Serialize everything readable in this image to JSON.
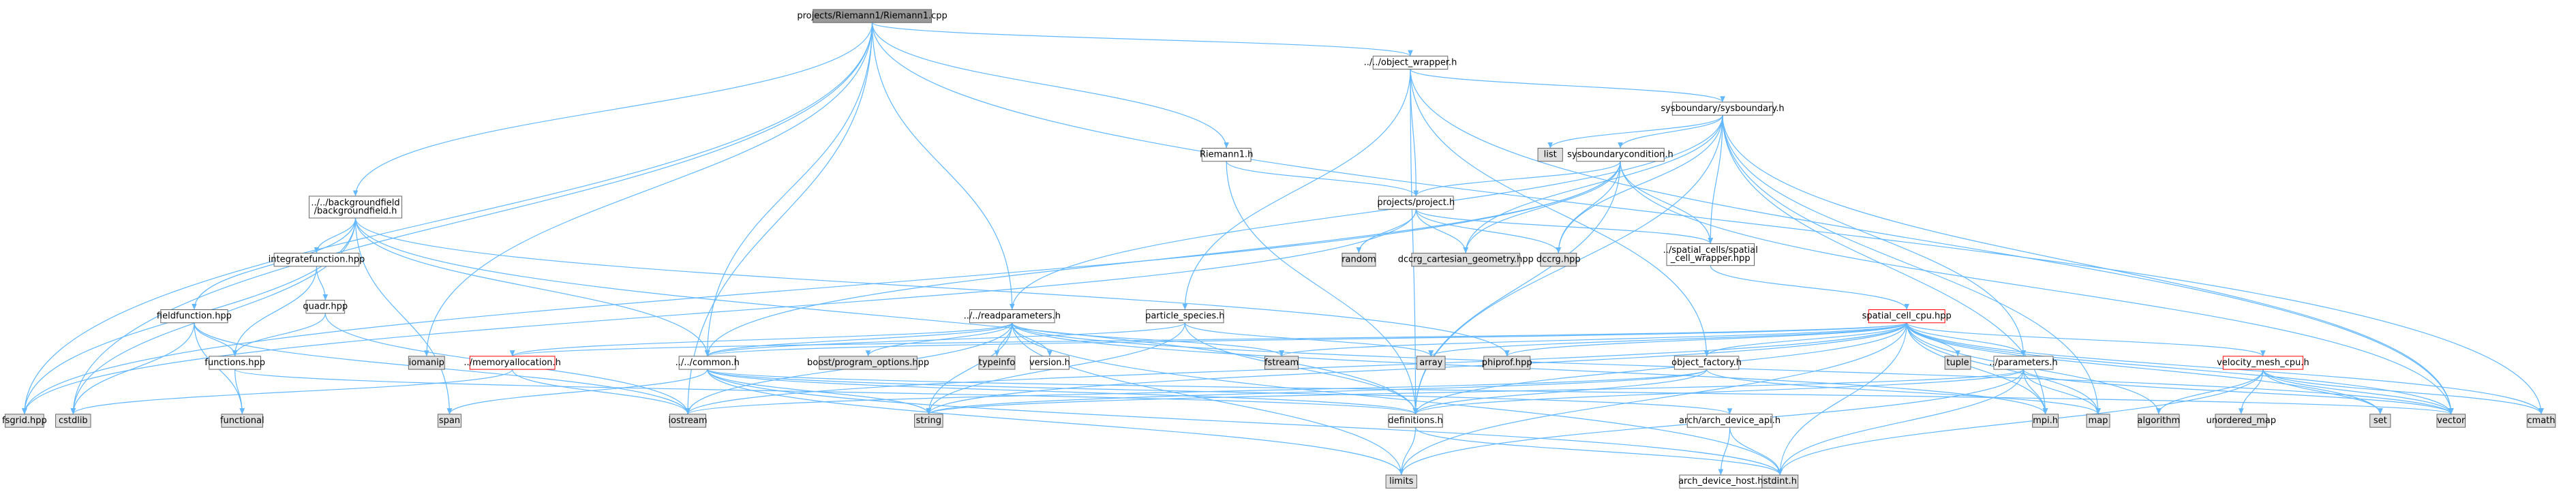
{
  "colors": {
    "root_fill": "#999999",
    "file_fill": "#ffffff",
    "sys_fill": "#e0e0e0",
    "border": "#666666",
    "red_border": "#ff0000",
    "red_text": "#ff0000",
    "edge": "#63b8ff"
  },
  "graph": {
    "type": "include-dependency-graph",
    "root": "projects/Riemann1/Riemann1.cpp",
    "nodes": [
      {
        "id": "root",
        "label": "projects/Riemann1/Riemann1.cpp",
        "kind": "root"
      },
      {
        "id": "objwrap",
        "label": "../../object_wrapper.h",
        "kind": "file"
      },
      {
        "id": "sysbound",
        "label": "sysboundary/sysboundary.h",
        "kind": "file"
      },
      {
        "id": "list",
        "label": "list",
        "kind": "system"
      },
      {
        "id": "syscond",
        "label": "sysboundarycondition.h",
        "kind": "file"
      },
      {
        "id": "riemann1h",
        "label": "Riemann1.h",
        "kind": "file"
      },
      {
        "id": "backgroundfield",
        "label": [
          "../../backgroundfield",
          "/backgroundfield.h"
        ],
        "kind": "file"
      },
      {
        "id": "projproj",
        "label": "projects/project.h",
        "kind": "file"
      },
      {
        "id": "integratefn",
        "label": "integratefunction.hpp",
        "kind": "file"
      },
      {
        "id": "random",
        "label": "random",
        "kind": "system"
      },
      {
        "id": "dccrgcart",
        "label": "dccrg_cartesian_geometry.hpp",
        "kind": "system"
      },
      {
        "id": "dccrg",
        "label": "dccrg.hpp",
        "kind": "system"
      },
      {
        "id": "spatialwrap",
        "label": [
          "../spatial_cells/spatial",
          "_cell_wrapper.hpp"
        ],
        "kind": "file"
      },
      {
        "id": "quadr",
        "label": "quadr.hpp",
        "kind": "file"
      },
      {
        "id": "fieldfn",
        "label": "fieldfunction.hpp",
        "kind": "file"
      },
      {
        "id": "readparams",
        "label": "../../readparameters.h",
        "kind": "file"
      },
      {
        "id": "particlesp",
        "label": "particle_species.h",
        "kind": "file"
      },
      {
        "id": "spatialcpu",
        "label": "spatial_cell_cpu.hpp",
        "kind": "red"
      },
      {
        "id": "functions",
        "label": "functions.hpp",
        "kind": "file"
      },
      {
        "id": "iomanip",
        "label": "iomanip",
        "kind": "system"
      },
      {
        "id": "memalloc",
        "label": "../memoryallocation.h",
        "kind": "red"
      },
      {
        "id": "common",
        "label": "../../common.h",
        "kind": "file"
      },
      {
        "id": "boostpo",
        "label": "boost/program_options.hpp",
        "kind": "system"
      },
      {
        "id": "typeinfo",
        "label": "typeinfo",
        "kind": "system"
      },
      {
        "id": "versionh",
        "label": "version.h",
        "kind": "file"
      },
      {
        "id": "fstream",
        "label": "fstream",
        "kind": "system"
      },
      {
        "id": "array",
        "label": "array",
        "kind": "system"
      },
      {
        "id": "phiprof",
        "label": "phiprof.hpp",
        "kind": "system"
      },
      {
        "id": "objfactory",
        "label": "object_factory.h",
        "kind": "file"
      },
      {
        "id": "tuple",
        "label": "tuple",
        "kind": "system"
      },
      {
        "id": "params",
        "label": "../parameters.h",
        "kind": "file"
      },
      {
        "id": "velmesh",
        "label": "velocity_mesh_cpu.h",
        "kind": "red"
      },
      {
        "id": "fsgrid",
        "label": "fsgrid.hpp",
        "kind": "system"
      },
      {
        "id": "cstdlib",
        "label": "cstdlib",
        "kind": "system"
      },
      {
        "id": "functional",
        "label": "functional",
        "kind": "system"
      },
      {
        "id": "span",
        "label": "span",
        "kind": "system"
      },
      {
        "id": "iostream",
        "label": "iostream",
        "kind": "system"
      },
      {
        "id": "string",
        "label": "string",
        "kind": "system"
      },
      {
        "id": "definitions",
        "label": "definitions.h",
        "kind": "file"
      },
      {
        "id": "archapi",
        "label": "arch/arch_device_api.h",
        "kind": "file"
      },
      {
        "id": "mpih",
        "label": "mpi.h",
        "kind": "system"
      },
      {
        "id": "map",
        "label": "map",
        "kind": "system"
      },
      {
        "id": "algorithm",
        "label": "algorithm",
        "kind": "system"
      },
      {
        "id": "unordmap",
        "label": "unordered_map",
        "kind": "system"
      },
      {
        "id": "set",
        "label": "set",
        "kind": "system"
      },
      {
        "id": "vector",
        "label": "vector",
        "kind": "system"
      },
      {
        "id": "cmath",
        "label": "cmath",
        "kind": "system"
      },
      {
        "id": "limits",
        "label": "limits",
        "kind": "system"
      },
      {
        "id": "stdint",
        "label": "stdint.h",
        "kind": "system"
      },
      {
        "id": "archhost",
        "label": "arch_device_host.h",
        "kind": "file"
      }
    ],
    "edges": [
      [
        "root",
        "objwrap"
      ],
      [
        "root",
        "riemann1h"
      ],
      [
        "root",
        "backgroundfield"
      ],
      [
        "root",
        "readparams"
      ],
      [
        "root",
        "common"
      ],
      [
        "root",
        "iomanip"
      ],
      [
        "root",
        "iostream"
      ],
      [
        "root",
        "cstdlib"
      ],
      [
        "root",
        "cmath"
      ],
      [
        "root",
        "fsgrid"
      ],
      [
        "objwrap",
        "sysbound"
      ],
      [
        "objwrap",
        "projproj"
      ],
      [
        "objwrap",
        "particlesp"
      ],
      [
        "objwrap",
        "objfactory"
      ],
      [
        "objwrap",
        "definitions"
      ],
      [
        "objwrap",
        "vector"
      ],
      [
        "sysbound",
        "list"
      ],
      [
        "sysbound",
        "syscond"
      ],
      [
        "sysbound",
        "readparams"
      ],
      [
        "sysbound",
        "dccrg"
      ],
      [
        "sysbound",
        "dccrgcart"
      ],
      [
        "sysbound",
        "spatialwrap"
      ],
      [
        "sysbound",
        "params"
      ],
      [
        "sysbound",
        "definitions"
      ],
      [
        "sysbound",
        "mpih"
      ],
      [
        "sysbound",
        "map"
      ],
      [
        "sysbound",
        "vector"
      ],
      [
        "syscond",
        "projproj"
      ],
      [
        "syscond",
        "dccrg"
      ],
      [
        "syscond",
        "dccrgcart"
      ],
      [
        "syscond",
        "spatialwrap"
      ],
      [
        "syscond",
        "common"
      ],
      [
        "syscond",
        "definitions"
      ],
      [
        "syscond",
        "fsgrid"
      ],
      [
        "syscond",
        "vector"
      ],
      [
        "riemann1h",
        "projproj"
      ],
      [
        "riemann1h",
        "definitions"
      ],
      [
        "backgroundfield",
        "integratefn"
      ],
      [
        "backgroundfield",
        "fieldfn"
      ],
      [
        "backgroundfield",
        "common"
      ],
      [
        "backgroundfield",
        "definitions"
      ],
      [
        "backgroundfield",
        "fsgrid"
      ],
      [
        "backgroundfield",
        "phiprof"
      ],
      [
        "backgroundfield",
        "cstdlib"
      ],
      [
        "backgroundfield",
        "span"
      ],
      [
        "projproj",
        "random"
      ],
      [
        "projproj",
        "dccrg"
      ],
      [
        "projproj",
        "dccrgcart"
      ],
      [
        "projproj",
        "spatialwrap"
      ],
      [
        "projproj",
        "fsgrid"
      ],
      [
        "integratefn",
        "quadr"
      ],
      [
        "integratefn",
        "functions"
      ],
      [
        "quadr",
        "functions"
      ],
      [
        "quadr",
        "iostream"
      ],
      [
        "fieldfn",
        "functions"
      ],
      [
        "fieldfn",
        "functional"
      ],
      [
        "fieldfn",
        "cstdlib"
      ],
      [
        "fieldfn",
        "iostream"
      ],
      [
        "functions",
        "functional"
      ],
      [
        "functions",
        "definitions"
      ],
      [
        "spatialwrap",
        "spatialcpu"
      ],
      [
        "readparams",
        "boostpo"
      ],
      [
        "readparams",
        "typeinfo"
      ],
      [
        "readparams",
        "versionh"
      ],
      [
        "readparams",
        "fstream"
      ],
      [
        "readparams",
        "memalloc"
      ],
      [
        "readparams",
        "common"
      ],
      [
        "readparams",
        "iostream"
      ],
      [
        "readparams",
        "string"
      ],
      [
        "readparams",
        "limits"
      ],
      [
        "readparams",
        "vector"
      ],
      [
        "readparams",
        "mpih"
      ],
      [
        "readparams",
        "stdint"
      ],
      [
        "particlesp",
        "common"
      ],
      [
        "particlesp",
        "definitions"
      ],
      [
        "particlesp",
        "array"
      ],
      [
        "particlesp",
        "string"
      ],
      [
        "spatialcpu",
        "common"
      ],
      [
        "spatialcpu",
        "memalloc"
      ],
      [
        "spatialcpu",
        "fstream"
      ],
      [
        "spatialcpu",
        "array"
      ],
      [
        "spatialcpu",
        "phiprof"
      ],
      [
        "spatialcpu",
        "tuple"
      ],
      [
        "spatialcpu",
        "params"
      ],
      [
        "spatialcpu",
        "velmesh"
      ],
      [
        "spatialcpu",
        "objfactory"
      ],
      [
        "spatialcpu",
        "definitions"
      ],
      [
        "spatialcpu",
        "iostream"
      ],
      [
        "spatialcpu",
        "string"
      ],
      [
        "spatialcpu",
        "mpih"
      ],
      [
        "spatialcpu",
        "map"
      ],
      [
        "spatialcpu",
        "algorithm"
      ],
      [
        "spatialcpu",
        "set"
      ],
      [
        "spatialcpu",
        "vector"
      ],
      [
        "spatialcpu",
        "cmath"
      ],
      [
        "spatialcpu",
        "limits"
      ],
      [
        "spatialcpu",
        "stdint"
      ],
      [
        "common",
        "archapi"
      ],
      [
        "common",
        "definitions"
      ],
      [
        "common",
        "span"
      ],
      [
        "common",
        "string"
      ],
      [
        "common",
        "limits"
      ],
      [
        "common",
        "vector"
      ],
      [
        "common",
        "stdint"
      ],
      [
        "memalloc",
        "cstdlib"
      ],
      [
        "memalloc",
        "iostream"
      ],
      [
        "objfactory",
        "definitions"
      ],
      [
        "objfactory",
        "string"
      ],
      [
        "objfactory",
        "map"
      ],
      [
        "objfactory",
        "iostream"
      ],
      [
        "params",
        "definitions"
      ],
      [
        "params",
        "string"
      ],
      [
        "params",
        "map"
      ],
      [
        "params",
        "mpih"
      ],
      [
        "params",
        "vector"
      ],
      [
        "params",
        "limits"
      ],
      [
        "params",
        "stdint"
      ],
      [
        "velmesh",
        "algorithm"
      ],
      [
        "velmesh",
        "unordmap"
      ],
      [
        "velmesh",
        "set"
      ],
      [
        "velmesh",
        "vector"
      ],
      [
        "velmesh",
        "cmath"
      ],
      [
        "velmesh",
        "stdint"
      ],
      [
        "definitions",
        "limits"
      ],
      [
        "definitions",
        "stdint"
      ],
      [
        "archapi",
        "archhost"
      ],
      [
        "archapi",
        "stdint"
      ]
    ]
  }
}
